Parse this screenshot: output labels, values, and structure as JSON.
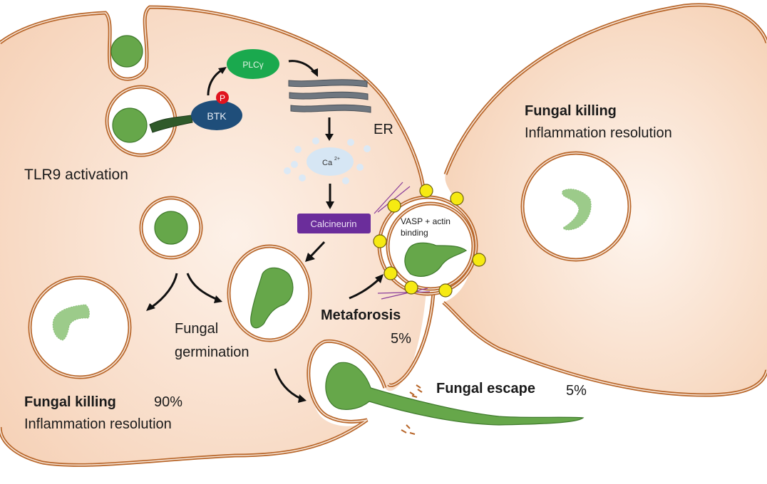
{
  "diagram": {
    "labels": {
      "tlr9": "TLR9 activation",
      "plcg": "PLCγ",
      "btk": "BTK",
      "phospho": "P",
      "er": "ER",
      "ca": "Ca",
      "ca_charge": "2+",
      "calcineurin": "Calcineurin",
      "vasp_line1": "VASP + actin",
      "vasp_line2": "binding",
      "killing_left_title": "Fungal killing",
      "killing_left_pct": "90%",
      "killing_left_sub": "Inflammation resolution",
      "germination_line1": "Fungal",
      "germination_line2": "germination",
      "metaforosis": "Metaforosis",
      "metaforosis_pct": "5%",
      "escape": "Fungal escape",
      "escape_pct": "5%",
      "killing_right_title": "Fungal killing",
      "killing_right_sub": "Inflammation resolution"
    },
    "colors": {
      "cell_fill": "#f8dcc8",
      "membrane": "#b8662a",
      "fungus": "#66a74a",
      "dead_fungus": "#9ccb8a",
      "plcg": "#1aa94e",
      "btk": "#1f4e7a",
      "phospho": "#e0141e",
      "er": "#6f7780",
      "calcium": "#d6e6f4",
      "calcineurin": "#6b2d9b",
      "vasp_bead": "#f6ea12",
      "actin": "#8a3c9a"
    }
  }
}
